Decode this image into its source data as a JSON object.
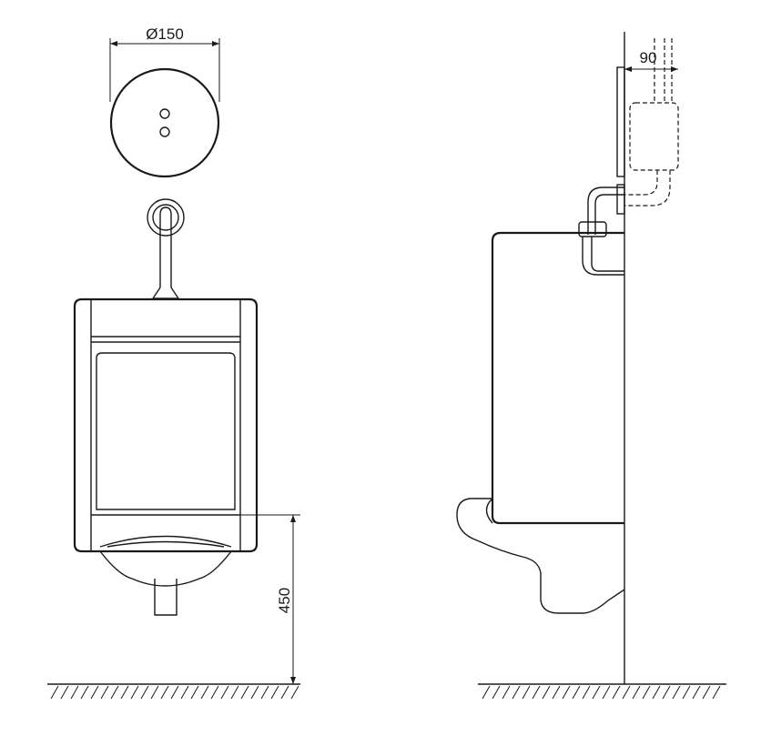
{
  "dimensions": {
    "sensor_diameter": "Ø150",
    "mount_height": "450",
    "wall_depth": "90"
  }
}
